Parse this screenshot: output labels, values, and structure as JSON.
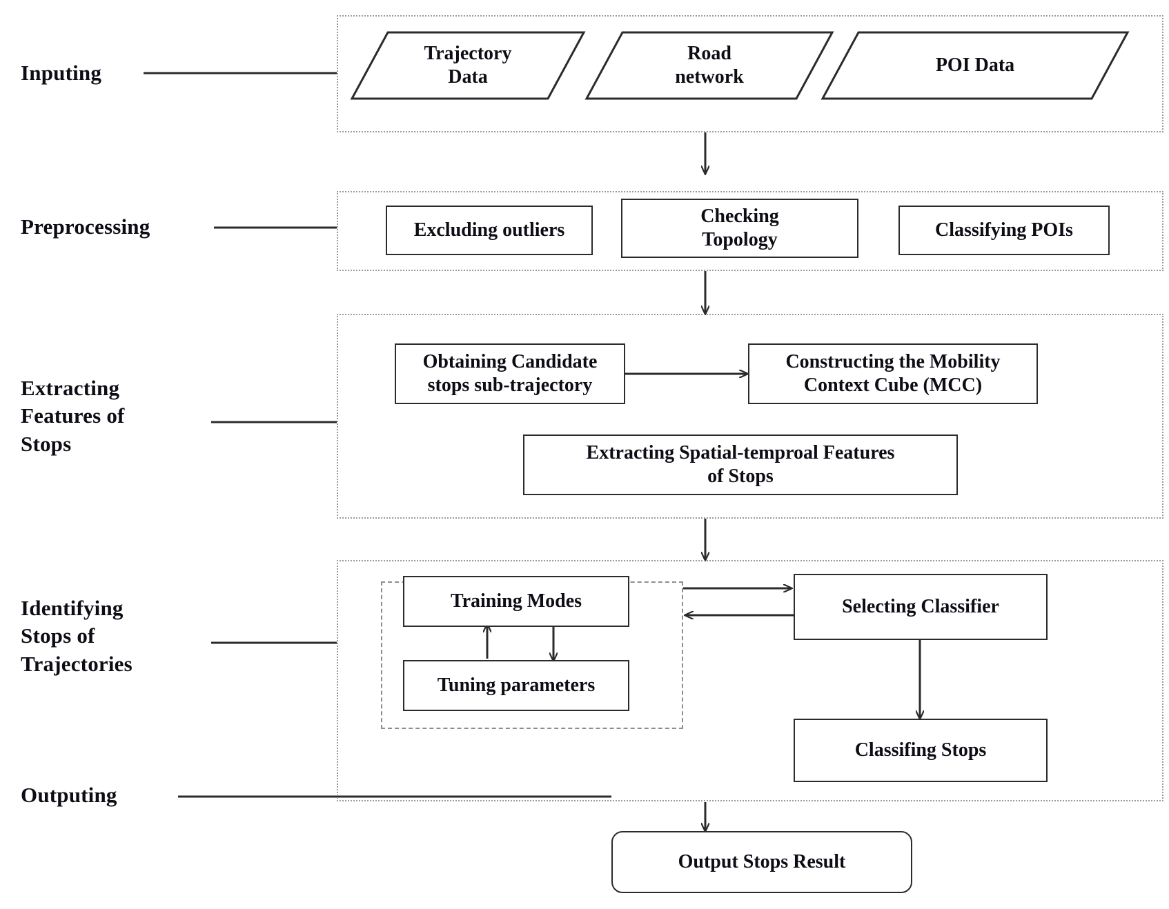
{
  "diagram": {
    "title": "Stop identification workflow",
    "line_color": "#2b2b2b",
    "group_border_color": "#9a9a9a",
    "dashed_border_color": "#8d8d8d",
    "text_color": "#0d0d16"
  },
  "stages": [
    {
      "id": "inputing",
      "label": "Inputing"
    },
    {
      "id": "preprocessing",
      "label": "Preprocessing"
    },
    {
      "id": "extracting",
      "label": "Extracting\nFeatures of\nStops"
    },
    {
      "id": "identifying",
      "label": "Identifying\nStops of\nTrajectories"
    },
    {
      "id": "outputing",
      "label": "Outputing"
    }
  ],
  "inputs": [
    {
      "id": "trajectory-data",
      "label": "Trajectory\nData"
    },
    {
      "id": "road-network",
      "label": "Road\nnetwork"
    },
    {
      "id": "poi-data",
      "label": "POI Data"
    }
  ],
  "preprocessing": [
    {
      "id": "excluding-outliers",
      "label": "Excluding outliers"
    },
    {
      "id": "checking-topology",
      "label": "Checking\nTopology"
    },
    {
      "id": "classifying-pois",
      "label": "Classifying POIs"
    }
  ],
  "extracting": [
    {
      "id": "obtaining-candidate-stops",
      "label": "Obtaining Candidate\nstops sub-trajectory"
    },
    {
      "id": "constructing-mcc",
      "label": "Constructing the Mobility\nContext Cube (MCC)"
    },
    {
      "id": "extracting-spatial-temporal-features",
      "label": "Extracting Spatial-temproal Features\nof Stops"
    }
  ],
  "identifying": [
    {
      "id": "training-modes",
      "label": "Training Modes"
    },
    {
      "id": "tuning-parameters",
      "label": "Tuning parameters"
    },
    {
      "id": "selecting-classifier",
      "label": "Selecting Classifier"
    },
    {
      "id": "classifing-stops",
      "label": "Classifing Stops"
    }
  ],
  "output": {
    "id": "output-stops-result",
    "label": "Output Stops Result"
  }
}
